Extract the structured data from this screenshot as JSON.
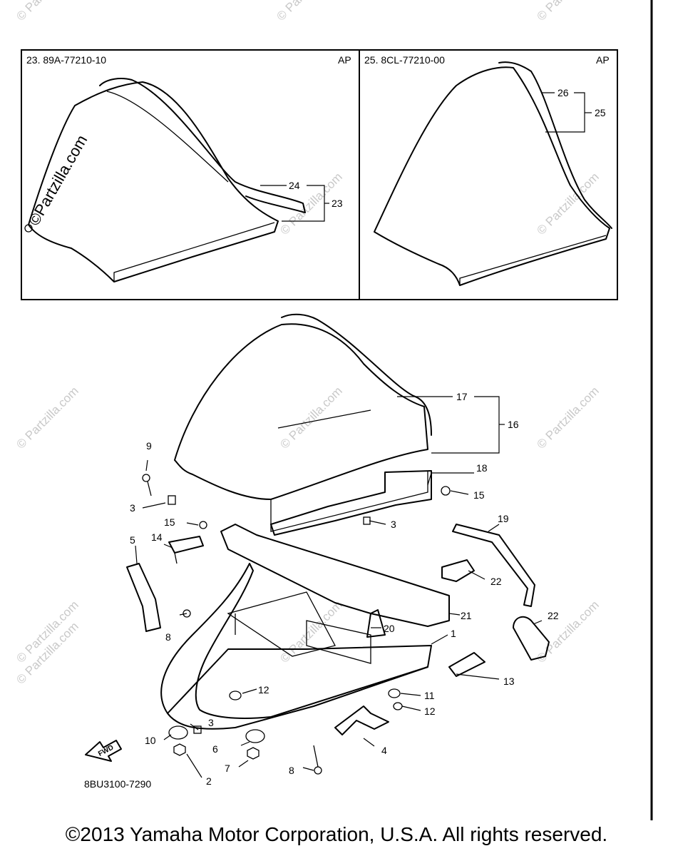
{
  "insets": [
    {
      "header": "23. 89A-77210-10",
      "tag": "AP"
    },
    {
      "header": "25. 8CL-77210-00",
      "tag": "AP"
    }
  ],
  "callouts": {
    "c1": "1",
    "c2": "2",
    "c3a": "3",
    "c3b": "3",
    "c3c": "3",
    "c4": "4",
    "c5": "5",
    "c6": "6",
    "c7": "7",
    "c8a": "8",
    "c8b": "8",
    "c9": "9",
    "c10": "10",
    "c11": "11",
    "c12a": "12",
    "c12b": "12",
    "c13": "13",
    "c14": "14",
    "c15a": "15",
    "c15b": "15",
    "c16": "16",
    "c17": "17",
    "c18": "18",
    "c19": "19",
    "c20": "20",
    "c21": "21",
    "c22a": "22",
    "c22b": "22",
    "c23": "23",
    "c24": "24",
    "c25": "25",
    "c26": "26"
  },
  "diagram_code": "8BU3100-7290",
  "fwd_label": "FWD",
  "watermark": "© Partzilla.com",
  "watermark_large": "©Partzilla.com",
  "footer": "©2013  Yamaha Motor Corporation, U.S.A. All rights reserved."
}
